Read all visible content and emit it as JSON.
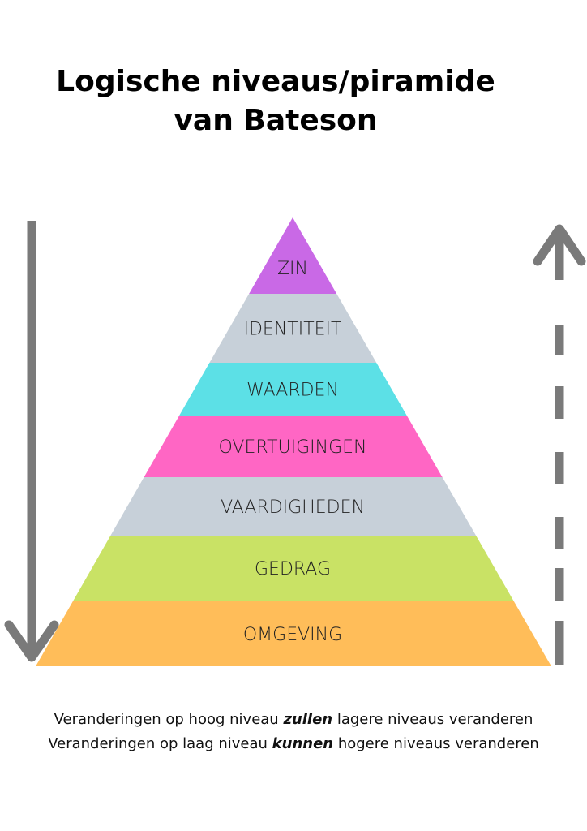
{
  "title": {
    "line1": "Logische niveaus/piramide",
    "line2": "van Bateson"
  },
  "levels": [
    {
      "label": "ZIN",
      "color": "#c969e6"
    },
    {
      "label": "IDENTITEIT",
      "color": "#c7d0d9"
    },
    {
      "label": "WAARDEN",
      "color": "#5ce0e6"
    },
    {
      "label": "OVERTUIGINGEN",
      "color": "#ff66c4"
    },
    {
      "label": "VAARDIGHEDEN",
      "color": "#c7d0d9"
    },
    {
      "label": "GEDRAG",
      "color": "#c9e265"
    },
    {
      "label": "OMGEVING",
      "color": "#ffbd59"
    }
  ],
  "arrow_color": "#7a7a7a",
  "footer": {
    "line1": {
      "before": "Veranderingen op hoog niveau ",
      "emph": "zullen",
      "after": " lagere niveaus veranderen"
    },
    "line2": {
      "before": "Veranderingen op laag niveau ",
      "emph": "kunnen",
      "after": " hogere niveaus veranderen"
    }
  }
}
